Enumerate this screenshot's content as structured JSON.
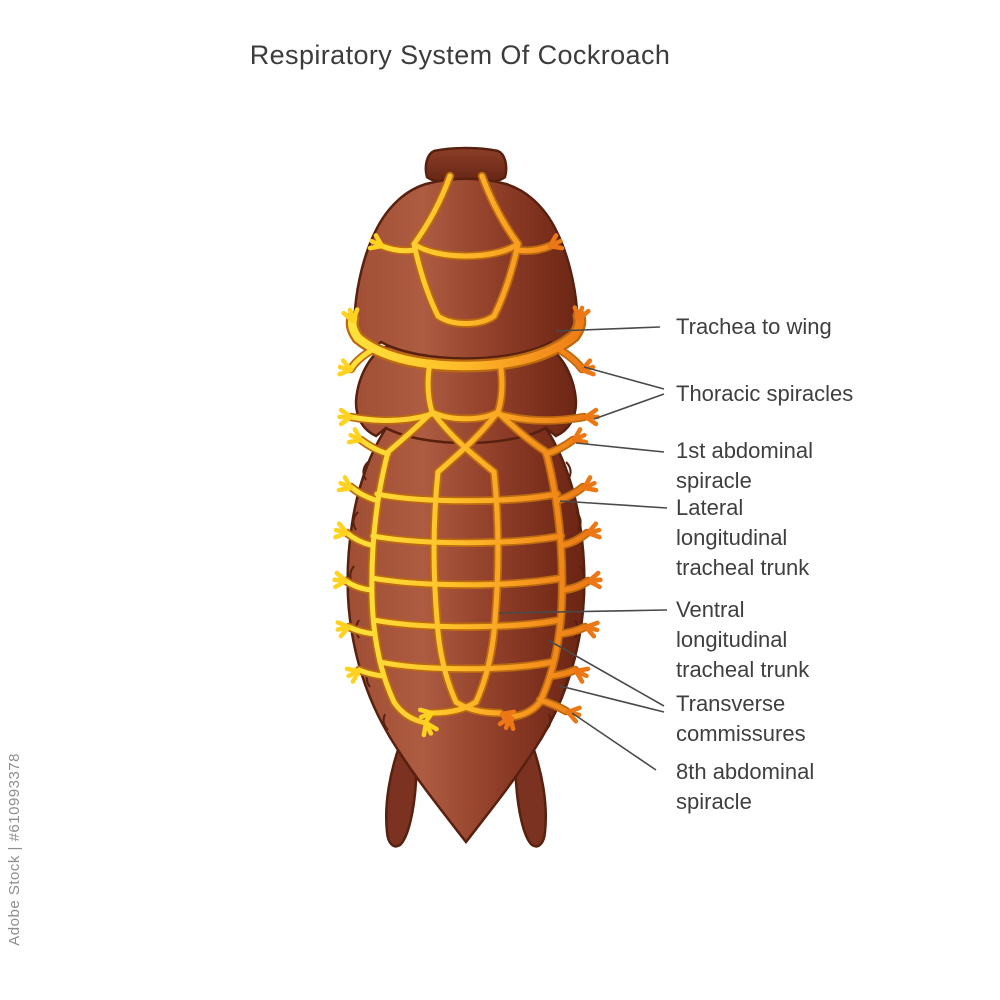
{
  "title": "Respiratory System Of Cockroach",
  "watermark": {
    "text": "Adobe Stock | #610993378"
  },
  "labels": {
    "trachea_to_wing": "Trachea to wing",
    "thoracic_spiracles": "Thoracic spiracles",
    "first_abdominal_spiracle": "1st abdominal spiracle",
    "lateral_trunk": "Lateral longitudinal tracheal trunk",
    "ventral_trunk": "Ventral longitudinal tracheal trunk",
    "transverse_commissures": "Transverse commissures",
    "eighth_abdominal_spiracle": "8th abdominal spiracle"
  },
  "colors": {
    "body_light": "#ad5c42",
    "body_mid": "#95432c",
    "body_dark": "#682312",
    "body_outline": "#58200f",
    "trachea_yellow": "#ffe23a",
    "trachea_orange": "#ec7714",
    "trachea_outline": "#bc6a10",
    "label_text": "#3f3f3f",
    "leader_line": "#4a4a4a",
    "title_text": "#3c3c3c",
    "watermark_text": "#8f8f8f"
  }
}
